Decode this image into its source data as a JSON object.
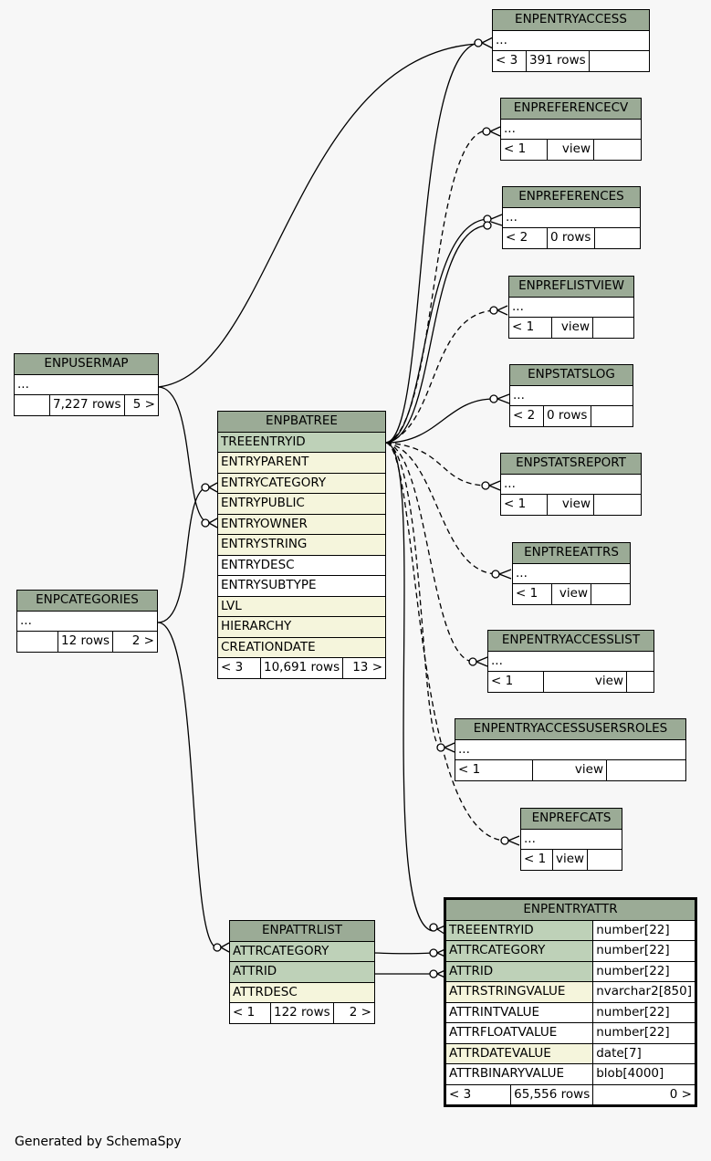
{
  "footer": "Generated by SchemaSpy",
  "ellipsis": "...",
  "view_label": "view",
  "tables": {
    "enpentryaccess": {
      "name": "ENPENTRYACCESS",
      "parents": "< 3",
      "rows": "391 rows",
      "children": ""
    },
    "enpreferencecv": {
      "name": "ENPREFERENCECV",
      "parents": "< 1",
      "rows": "view",
      "children": ""
    },
    "enpreferences": {
      "name": "ENPREFERENCES",
      "parents": "< 2",
      "rows": "0 rows",
      "children": ""
    },
    "enpreflistview": {
      "name": "ENPREFLISTVIEW",
      "parents": "< 1",
      "rows": "view",
      "children": ""
    },
    "enpstatslog": {
      "name": "ENPSTATSLOG",
      "parents": "< 2",
      "rows": "0 rows",
      "children": ""
    },
    "enpstatsreport": {
      "name": "ENPSTATSREPORT",
      "parents": "< 1",
      "rows": "view",
      "children": ""
    },
    "enptreeattrs": {
      "name": "ENPTREEATTRS",
      "parents": "< 1",
      "rows": "view",
      "children": ""
    },
    "enpentryaccesslist": {
      "name": "ENPENTRYACCESSLIST",
      "parents": "< 1",
      "rows": "view",
      "children": ""
    },
    "enpentryaccessusersroles": {
      "name": "ENPENTRYACCESSUSERSROLES",
      "parents": "< 1",
      "rows": "view",
      "children": ""
    },
    "enprefcats": {
      "name": "ENPREFCATS",
      "parents": "< 1",
      "rows": "view",
      "children": ""
    },
    "enpusermap": {
      "name": "ENPUSERMAP",
      "parents": "",
      "rows": "7,227 rows",
      "children": "5 >"
    },
    "enpcategories": {
      "name": "ENPCATEGORIES",
      "parents": "",
      "rows": "12 rows",
      "children": "2 >"
    },
    "enpbatree": {
      "name": "ENPBATREE",
      "parents": "< 3",
      "rows": "10,691 rows",
      "children": "13 >",
      "columns": [
        {
          "name": "TREEENTRYID",
          "kind": "pk"
        },
        {
          "name": "ENTRYPARENT",
          "kind": "idx"
        },
        {
          "name": "ENTRYCATEGORY",
          "kind": "idx"
        },
        {
          "name": "ENTRYPUBLIC",
          "kind": "idx"
        },
        {
          "name": "ENTRYOWNER",
          "kind": "idx"
        },
        {
          "name": "ENTRYSTRING",
          "kind": "idx"
        },
        {
          "name": "ENTRYDESC",
          "kind": "plain"
        },
        {
          "name": "ENTRYSUBTYPE",
          "kind": "plain"
        },
        {
          "name": "LVL",
          "kind": "idx"
        },
        {
          "name": "HIERARCHY",
          "kind": "idx"
        },
        {
          "name": "CREATIONDATE",
          "kind": "idx"
        }
      ]
    },
    "enpattrlist": {
      "name": "ENPATTRLIST",
      "parents": "< 1",
      "rows": "122 rows",
      "children": "2 >",
      "columns": [
        {
          "name": "ATTRCATEGORY",
          "kind": "pk"
        },
        {
          "name": "ATTRID",
          "kind": "pk"
        },
        {
          "name": "ATTRDESC",
          "kind": "idx"
        }
      ]
    },
    "enpentryattr": {
      "name": "ENPENTRYATTR",
      "parents": "< 3",
      "rows": "65,556 rows",
      "children": "0 >",
      "columns": [
        {
          "name": "TREEENTRYID",
          "type": "number[22]",
          "kind": "pk"
        },
        {
          "name": "ATTRCATEGORY",
          "type": "number[22]",
          "kind": "pk"
        },
        {
          "name": "ATTRID",
          "type": "number[22]",
          "kind": "pk"
        },
        {
          "name": "ATTRSTRINGVALUE",
          "type": "nvarchar2[850]",
          "kind": "idx"
        },
        {
          "name": "ATTRINTVALUE",
          "type": "number[22]",
          "kind": "plain"
        },
        {
          "name": "ATTRFLOATVALUE",
          "type": "number[22]",
          "kind": "plain"
        },
        {
          "name": "ATTRDATEVALUE",
          "type": "date[7]",
          "kind": "idx"
        },
        {
          "name": "ATTRBINARYVALUE",
          "type": "blob[4000]",
          "kind": "plain"
        }
      ]
    }
  }
}
